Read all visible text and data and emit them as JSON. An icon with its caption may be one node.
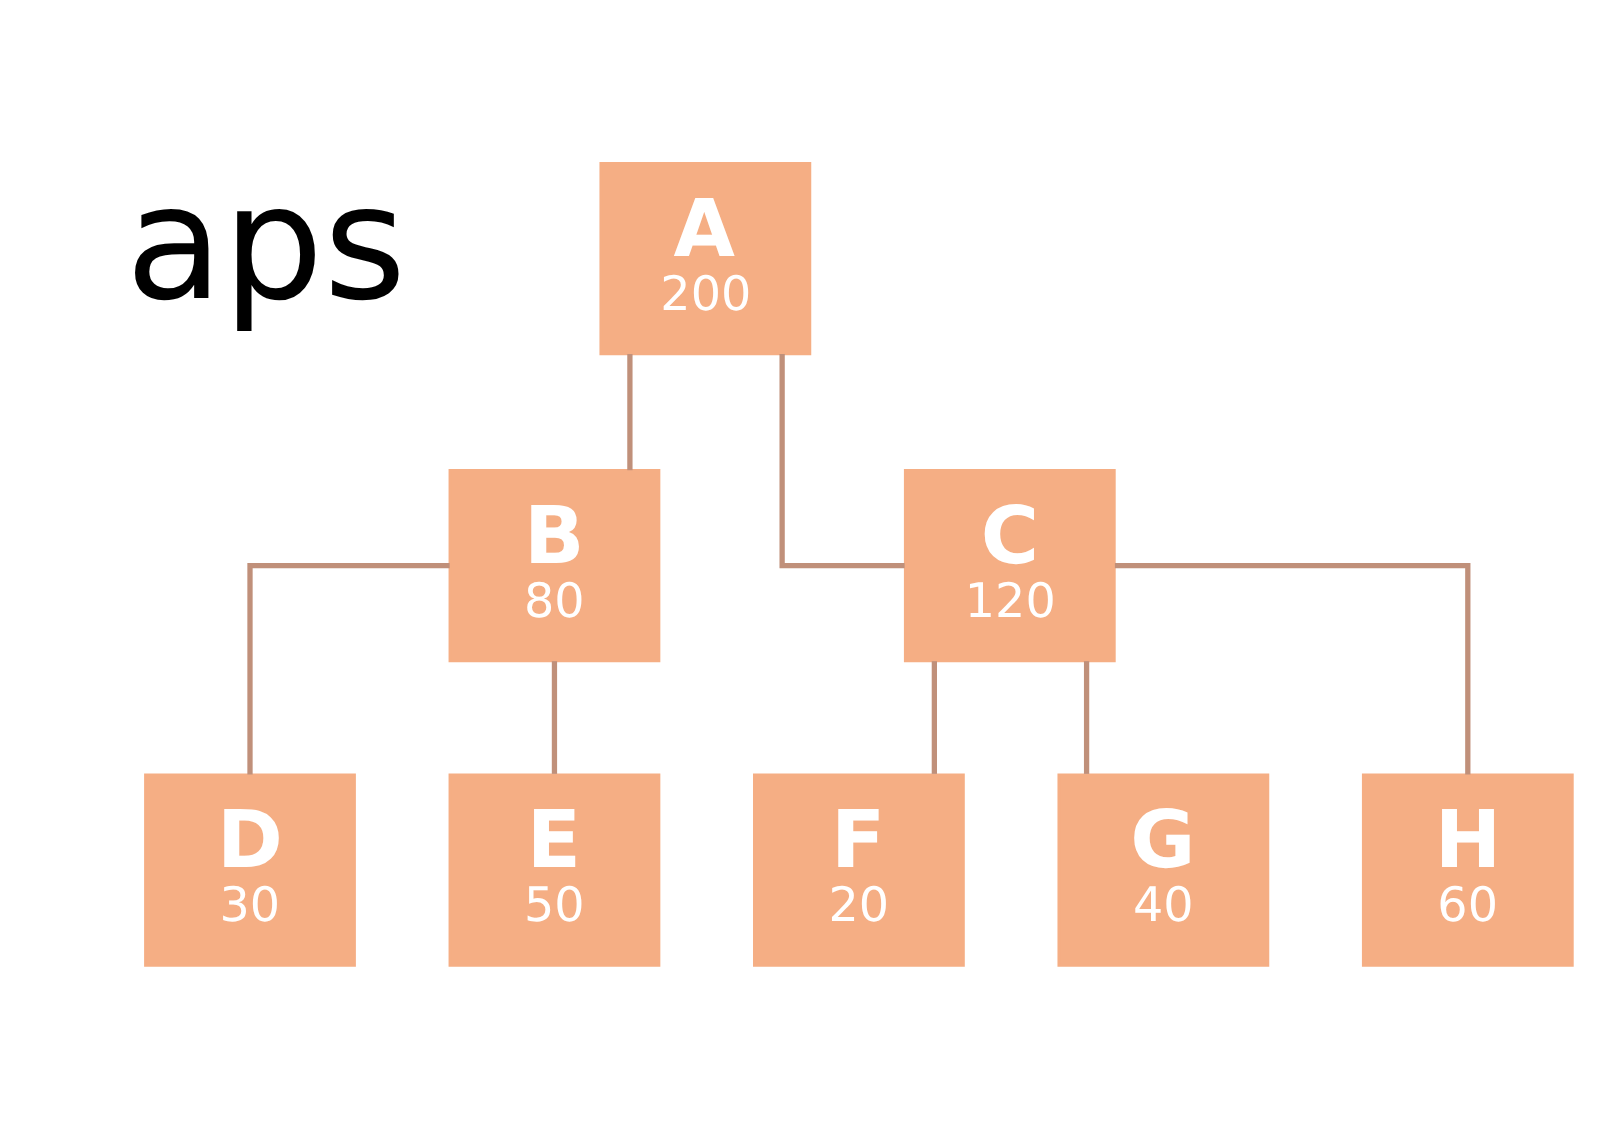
{
  "diagram": {
    "nodes": [
      {
        "text": [
          "A",
          "200"
        ]
      },
      {
        "text": [
          "B",
          "80"
        ]
      },
      {
        "text": [
          "C",
          "120"
        ]
      },
      {
        "text": [
          "D",
          "30"
        ]
      },
      {
        "text": [
          "E",
          "50"
        ]
      },
      {
        "text": [
          "F",
          "20"
        ]
      },
      {
        "text": [
          "G",
          "40"
        ]
      },
      {
        "text": [
          "H",
          "60"
        ]
      }
    ],
    "edges": [
      {
        "from": 0,
        "to": 1,
        "arrow": "none"
      },
      {
        "from": 0,
        "to": 2,
        "arrow": "none"
      },
      {
        "from": 1,
        "to": 3,
        "arrow": "none"
      },
      {
        "from": 1,
        "to": 4,
        "arrow": "none"
      },
      {
        "from": 2,
        "to": 5,
        "arrow": "none"
      },
      {
        "from": 2,
        "to": 6,
        "arrow": "none"
      },
      {
        "from": 2,
        "to": 7,
        "arrow": "none"
      }
    ],
    "labels": [
      "aps"
    ]
  }
}
